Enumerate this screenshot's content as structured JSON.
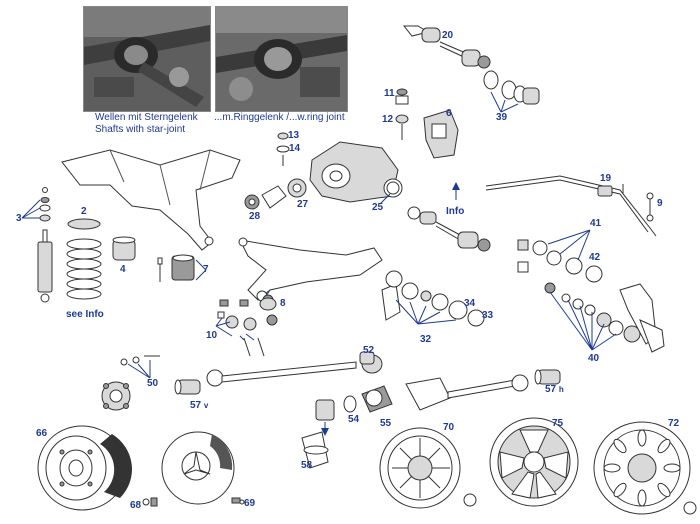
{
  "photos": {
    "star_joint": {
      "caption_de": "Wellen mit Sterngelenk",
      "caption_en": "Shafts with star-joint"
    },
    "ring_joint": {
      "caption": "...m.Ringgelenk /...w.ring joint"
    }
  },
  "labels": {
    "p2": "2",
    "p3": "3",
    "p4": "4",
    "p6": "6",
    "p7": "7",
    "p8": "8",
    "p9": "9",
    "p10": "10",
    "p11": "11",
    "p12": "12",
    "p13": "13",
    "p14": "14",
    "p19": "19",
    "p20": "20",
    "p25": "25",
    "p27": "27",
    "p28": "28",
    "p32": "32",
    "p33": "33",
    "p34": "34",
    "p39": "39",
    "p40": "40",
    "p41": "41",
    "p42": "42",
    "p50": "50",
    "p52": "52",
    "p54": "54",
    "p55": "55",
    "p57v": "57",
    "p57v_sub": "v",
    "p57h": "57",
    "p57h_sub": "h",
    "p58": "58",
    "p66": "66",
    "p68": "68",
    "p69": "69",
    "p70": "70",
    "p72": "72",
    "p75": "75"
  },
  "notes": {
    "see_info": "see Info",
    "info": "Info"
  },
  "colors": {
    "label": "#1f3a93",
    "line": "#333333",
    "photo_bg": "#6d6d6d"
  }
}
